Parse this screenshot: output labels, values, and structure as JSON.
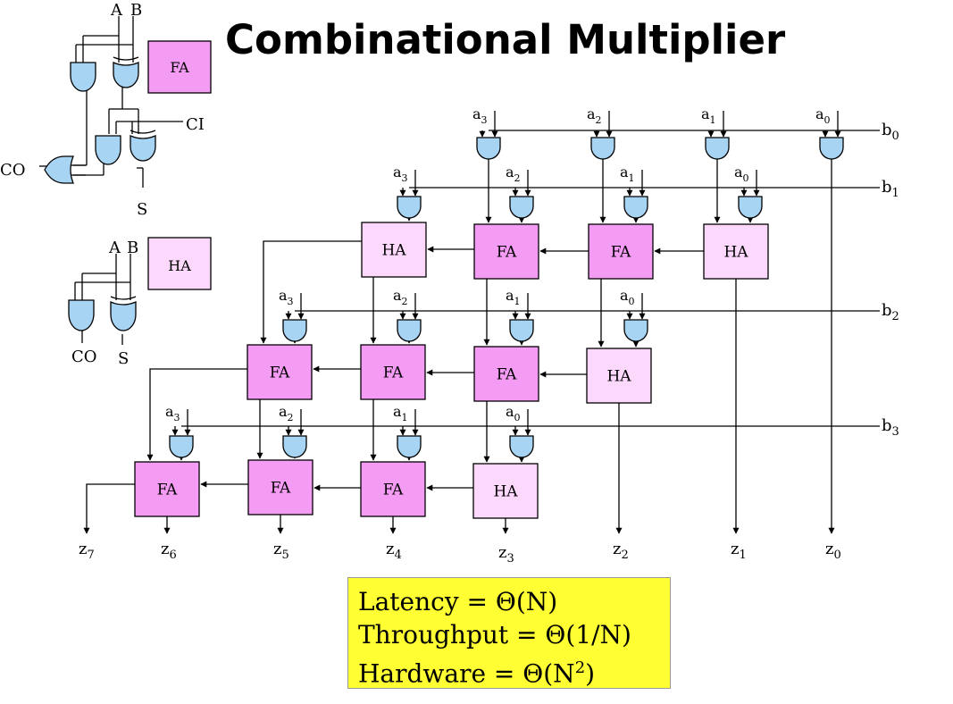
{
  "title": "Combinational Multiplier",
  "legend": {
    "fa": {
      "label": "FA",
      "inputs": [
        "A",
        "B"
      ],
      "carry_in": "CI",
      "carry_out": "CO",
      "sum": "S"
    },
    "ha": {
      "label": "HA",
      "inputs": [
        "A",
        "B"
      ],
      "carry_out": "CO",
      "sum": "S"
    }
  },
  "a_labels": [
    "a3",
    "a2",
    "a1",
    "a0"
  ],
  "b_labels": [
    "b0",
    "b1",
    "b2",
    "b3"
  ],
  "z_labels": [
    "z7",
    "z6",
    "z5",
    "z4",
    "z3",
    "z2",
    "z1",
    "z0"
  ],
  "rows": [
    [
      "HA",
      "FA",
      "FA",
      "HA"
    ],
    [
      "FA",
      "FA",
      "FA",
      "HA"
    ],
    [
      "FA",
      "FA",
      "FA",
      "HA"
    ]
  ],
  "summary": {
    "latency": "Latency = Θ(N)",
    "throughput": "Throughput = Θ(1/N)",
    "hardware_prefix": "Hardware = Θ(N",
    "hardware_exp": "2",
    "hardware_suffix": ")"
  },
  "colors": {
    "fa_fill": "#f49cf4",
    "ha_fill": "#fcd8fc",
    "gate_fill": "#a8d4f4",
    "summary_fill": "#ffff33"
  }
}
